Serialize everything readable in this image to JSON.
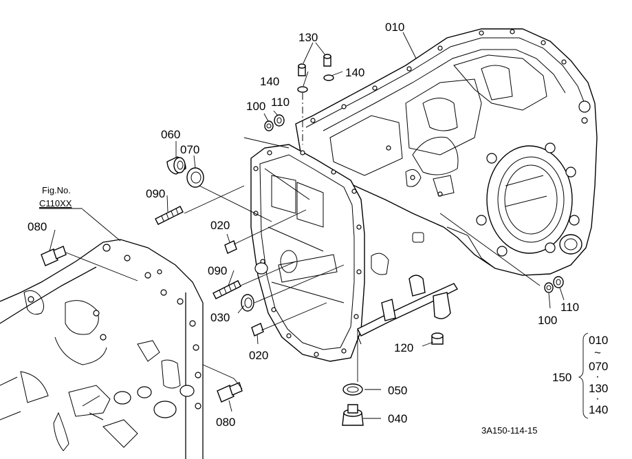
{
  "fig_ref": {
    "line1": "Fig.No.",
    "line2": "C110XX"
  },
  "callouts": {
    "p010": "010",
    "p020a": "020",
    "p020b": "020",
    "p030": "030",
    "p040": "040",
    "p050": "050",
    "p060": "060",
    "p070": "070",
    "p080a": "080",
    "p080b": "080",
    "p090a": "090",
    "p090b": "090",
    "p100a": "100",
    "p100b": "100",
    "p110a": "110",
    "p110b": "110",
    "p120": "120",
    "p130": "130",
    "p140a": "140",
    "p140b": "140"
  },
  "assembly_group": {
    "number": "150",
    "range_start": "010",
    "tilde": "~",
    "item_2": "070",
    "item_3": "130",
    "item_4": "140"
  },
  "drawing_code": "3A150-114-15"
}
